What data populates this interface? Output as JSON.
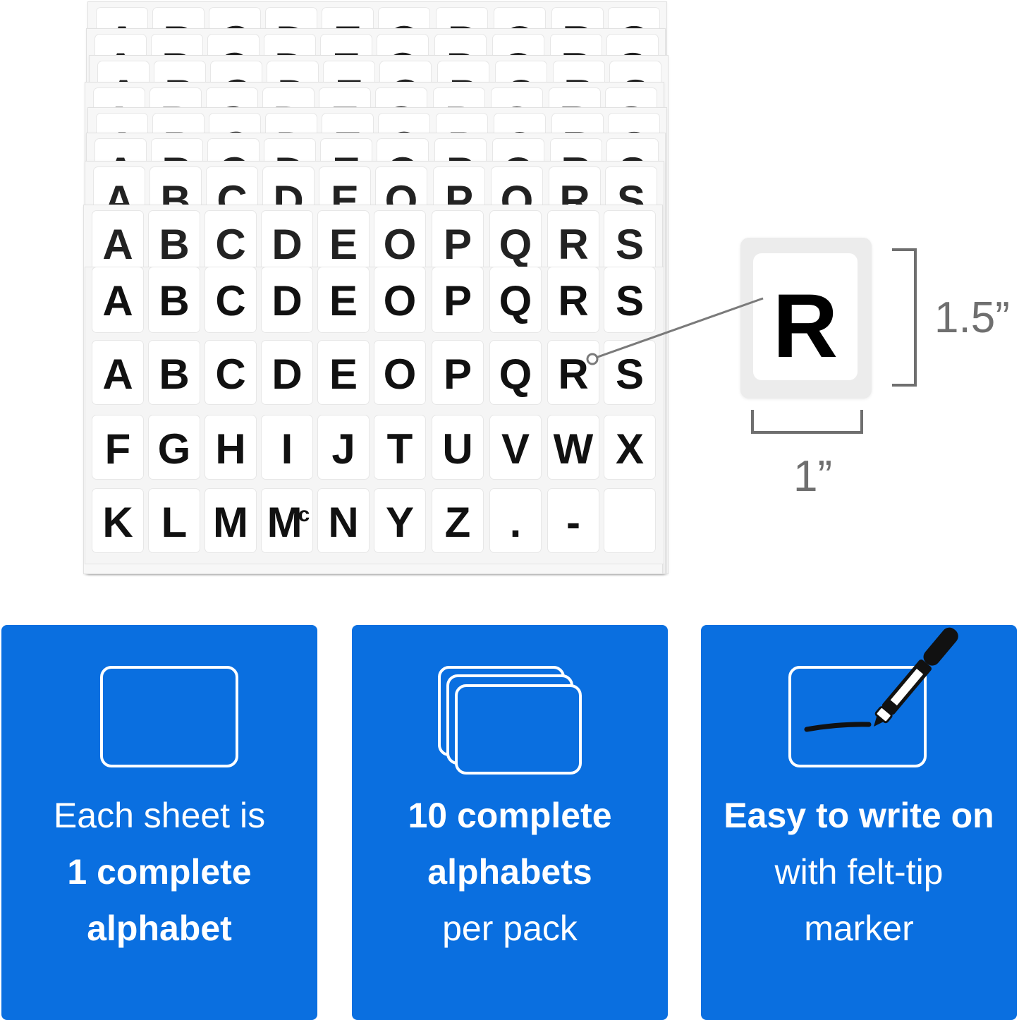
{
  "sticker_sheet": {
    "rows": [
      [
        "A",
        "B",
        "C",
        "D",
        "E",
        "O",
        "P",
        "Q",
        "R",
        "S"
      ],
      [
        "A",
        "B",
        "C",
        "D",
        "E",
        "O",
        "P",
        "Q",
        "R",
        "S"
      ],
      [
        "F",
        "G",
        "H",
        "I",
        "J",
        "T",
        "U",
        "V",
        "W",
        "X"
      ],
      [
        "K",
        "L",
        "M",
        "Mc",
        "N",
        "Y",
        "Z",
        ".",
        "-",
        ""
      ]
    ],
    "stack_rows": [
      [
        "A",
        "B",
        "C",
        "D",
        "E",
        "O",
        "P",
        "Q",
        "R",
        "S"
      ],
      [
        "A",
        "B",
        "C",
        "D",
        "E",
        "O",
        "P",
        "Q",
        "R",
        "S"
      ],
      [
        "A",
        "B",
        "C",
        "D",
        "E",
        "O",
        "P",
        "Q",
        "R",
        "S"
      ],
      [
        "A",
        "B",
        "C",
        "D",
        "E",
        "O",
        "P",
        "Q",
        "R",
        "S"
      ],
      [
        "A",
        "B",
        "C",
        "D",
        "E",
        "O",
        "P",
        "Q",
        "R",
        "S"
      ],
      [
        "A",
        "B",
        "C",
        "D",
        "E",
        "O",
        "P",
        "Q",
        "R",
        "S"
      ],
      [
        "A",
        "B",
        "C",
        "D",
        "E",
        "O",
        "P",
        "Q",
        "R",
        "S"
      ],
      [
        "A",
        "B",
        "C",
        "D",
        "E",
        "O",
        "P",
        "Q",
        "R",
        "S"
      ]
    ]
  },
  "detail": {
    "letter": "R",
    "height_label": "1.5”",
    "width_label": "1”"
  },
  "panels": [
    {
      "lines": [
        {
          "text": "Each sheet is",
          "bold": false
        },
        {
          "text": "1 complete",
          "bold": true
        },
        {
          "text": "alphabet",
          "bold": true
        }
      ]
    },
    {
      "lines": [
        {
          "text": "10 complete",
          "bold": true
        },
        {
          "text": "alphabets",
          "bold": true
        },
        {
          "text": "per pack",
          "bold": false
        }
      ]
    },
    {
      "lines": [
        {
          "text": "Easy to write on",
          "bold": true
        },
        {
          "text": "with felt-tip",
          "bold": false
        },
        {
          "text": "marker",
          "bold": false
        }
      ]
    }
  ],
  "colors": {
    "panel_blue": "#0a6fe0",
    "dimension_gray": "#6f6f6f",
    "letter_black": "#111111"
  },
  "icons": [
    "single-sheet-icon",
    "stacked-sheets-icon",
    "write-marker-icon"
  ]
}
